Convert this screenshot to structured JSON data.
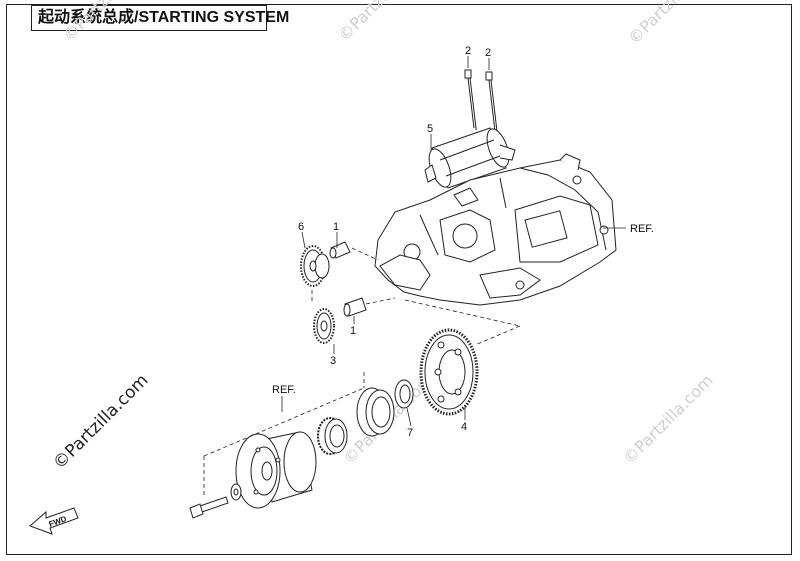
{
  "title": "起动系统总成/STARTING SYSTEM",
  "watermark": "©Partzilla.com",
  "fwd_label": "FWD",
  "part_labels": {
    "bolt_a": "2",
    "bolt_b": "2",
    "starter_motor": "5",
    "shaft_upper": "1",
    "shaft_lower": "1",
    "idle_gear_upper": "6",
    "idle_gear_lower": "3",
    "starter_gear": "4",
    "washer": "7"
  },
  "ref_labels": {
    "crankcase": "REF.",
    "flywheel": "REF."
  }
}
